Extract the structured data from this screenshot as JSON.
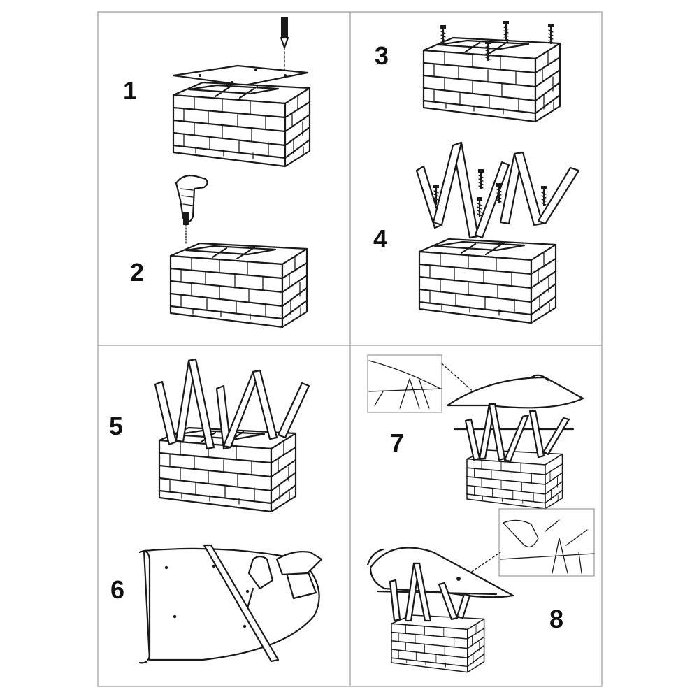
{
  "steps": [
    {
      "label": "1"
    },
    {
      "label": "2"
    },
    {
      "label": "3"
    },
    {
      "label": "4"
    },
    {
      "label": "5"
    },
    {
      "label": "6"
    },
    {
      "label": "7"
    },
    {
      "label": "8"
    }
  ]
}
